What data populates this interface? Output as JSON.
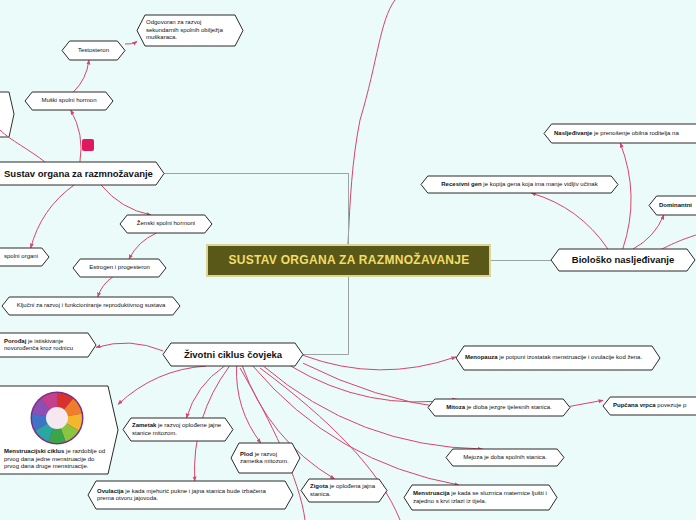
{
  "diagram": {
    "title": "SUSTAV ORGANA ZA RAZMNOŽAVANJE",
    "nodes": [
      {
        "text": [
          "SUSTAV ORGANA ZA RAZMNOŽAVANJE"
        ]
      },
      {
        "text": [
          "Sustav organa za razmnožavanje"
        ]
      },
      {
        "text": [
          "Testosteron"
        ]
      },
      {
        "text": [
          "Odgovoran za razvoj sekundarnih spolnih obilježja muškaraca."
        ]
      },
      {
        "text": [
          "Muški spolni hormon"
        ]
      },
      {
        "text": [
          "Ženski spolni hormoni"
        ]
      },
      {
        "text": [
          "Estrogen i progesteron"
        ]
      },
      {
        "text": [
          "spolni organi"
        ]
      },
      {
        "text": [
          "Ključni za razvoj i funkcioniranje reproduktivnog sustava"
        ]
      },
      {
        "text": [
          "Životni ciklus čovjeka"
        ]
      },
      {
        "text": [
          "Porođaj je istiskivanje novorođenča kroz rodnicu"
        ]
      },
      {
        "text": [
          "Menstruacijski ciklus je razdoblje od prvog dana jedne menstruacije do prvog dana druge menstruacije."
        ]
      },
      {
        "text": [
          "Zametak je razvoj oplođene jajne stanice mitozom."
        ]
      },
      {
        "text": [
          "Plod je razvoj zametka mitozom."
        ]
      },
      {
        "text": [
          "Ovulacija je kada mjehurić pukne i jajna stanica bude izbačena prema otvoru jajovoda."
        ]
      },
      {
        "text": [
          "Zigota je oplođena jajna stanica."
        ]
      },
      {
        "text": [
          "Menstruacija je kada se sluznica maternice ljušti i zajedno s krvi izlazi iz tijela."
        ]
      },
      {
        "text": [
          "Mejoza je doba spolnih stanica."
        ]
      },
      {
        "text": [
          "Mitoza je dioba jezgre tjelesnih stanica."
        ]
      },
      {
        "text": [
          "Menopauza je potpuni izostatak menstruacije i ovulacije kod žena."
        ]
      },
      {
        "text": [
          "Pupčana vrpca povezuje p"
        ]
      },
      {
        "text": [
          "Biološko nasljeđivanje"
        ]
      },
      {
        "text": [
          "Nasljeđivanje je prenošenje obilna roditelja na"
        ]
      },
      {
        "text": [
          "Recesivni gen je kopija gena koja ima manje vidljiv učinak"
        ]
      },
      {
        "text": [
          "Dominantni"
        ]
      }
    ],
    "edges": [
      {
        "from": 0,
        "to": 1,
        "arrow": "none"
      },
      {
        "from": 0,
        "to": 9,
        "arrow": "none"
      },
      {
        "from": 0,
        "to": 21,
        "arrow": "none"
      },
      {
        "from": 1,
        "to": 4,
        "arrow": "to"
      },
      {
        "from": 4,
        "to": 2,
        "arrow": "to"
      },
      {
        "from": 2,
        "to": 3,
        "arrow": "to"
      },
      {
        "from": 1,
        "to": 5,
        "arrow": "to"
      },
      {
        "from": 5,
        "to": 6,
        "arrow": "to"
      },
      {
        "from": 6,
        "to": 8,
        "arrow": "to"
      },
      {
        "from": 1,
        "to": 7,
        "arrow": "to"
      },
      {
        "from": 9,
        "to": 10,
        "arrow": "to"
      },
      {
        "from": 9,
        "to": 11,
        "arrow": "to"
      },
      {
        "from": 9,
        "to": 12,
        "arrow": "to"
      },
      {
        "from": 9,
        "to": 13,
        "arrow": "to"
      },
      {
        "from": 9,
        "to": 14,
        "arrow": "to"
      },
      {
        "from": 9,
        "to": 15,
        "arrow": "to"
      },
      {
        "from": 9,
        "to": 16,
        "arrow": "to"
      },
      {
        "from": 9,
        "to": 17,
        "arrow": "to"
      },
      {
        "from": 9,
        "to": 18,
        "arrow": "to"
      },
      {
        "from": 9,
        "to": 19,
        "arrow": "to"
      },
      {
        "from": 9,
        "to": 20,
        "arrow": "to"
      },
      {
        "from": 21,
        "to": 22,
        "arrow": "to"
      },
      {
        "from": 21,
        "to": 23,
        "arrow": "to"
      },
      {
        "from": 21,
        "to": 24,
        "arrow": "to"
      }
    ]
  }
}
